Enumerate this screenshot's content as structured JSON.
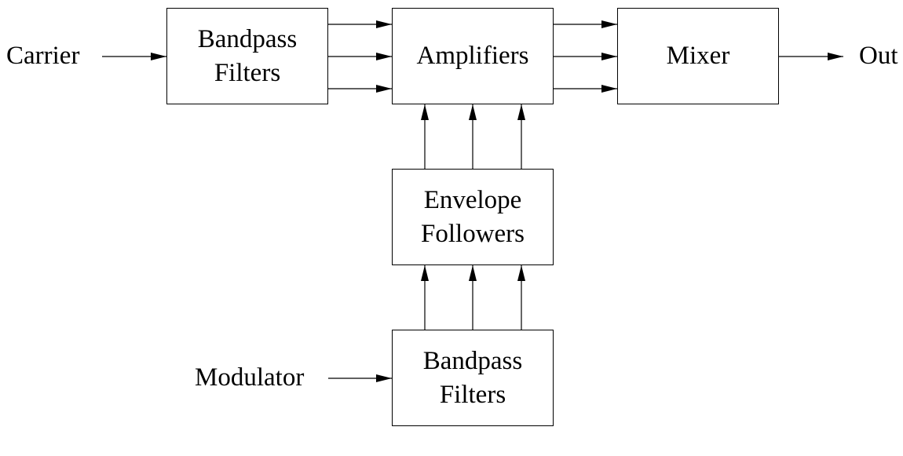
{
  "diagram": {
    "inputs": {
      "carrier": "Carrier",
      "modulator": "Modulator"
    },
    "output": "Out",
    "blocks": {
      "carrier_filters": {
        "line1": "Bandpass",
        "line2": "Filters"
      },
      "amplifiers": {
        "line1": "Amplifiers"
      },
      "mixer": {
        "line1": "Mixer"
      },
      "envelope_followers": {
        "line1": "Envelope",
        "line2": "Followers"
      },
      "modulator_filters": {
        "line1": "Bandpass",
        "line2": "Filters"
      }
    }
  }
}
